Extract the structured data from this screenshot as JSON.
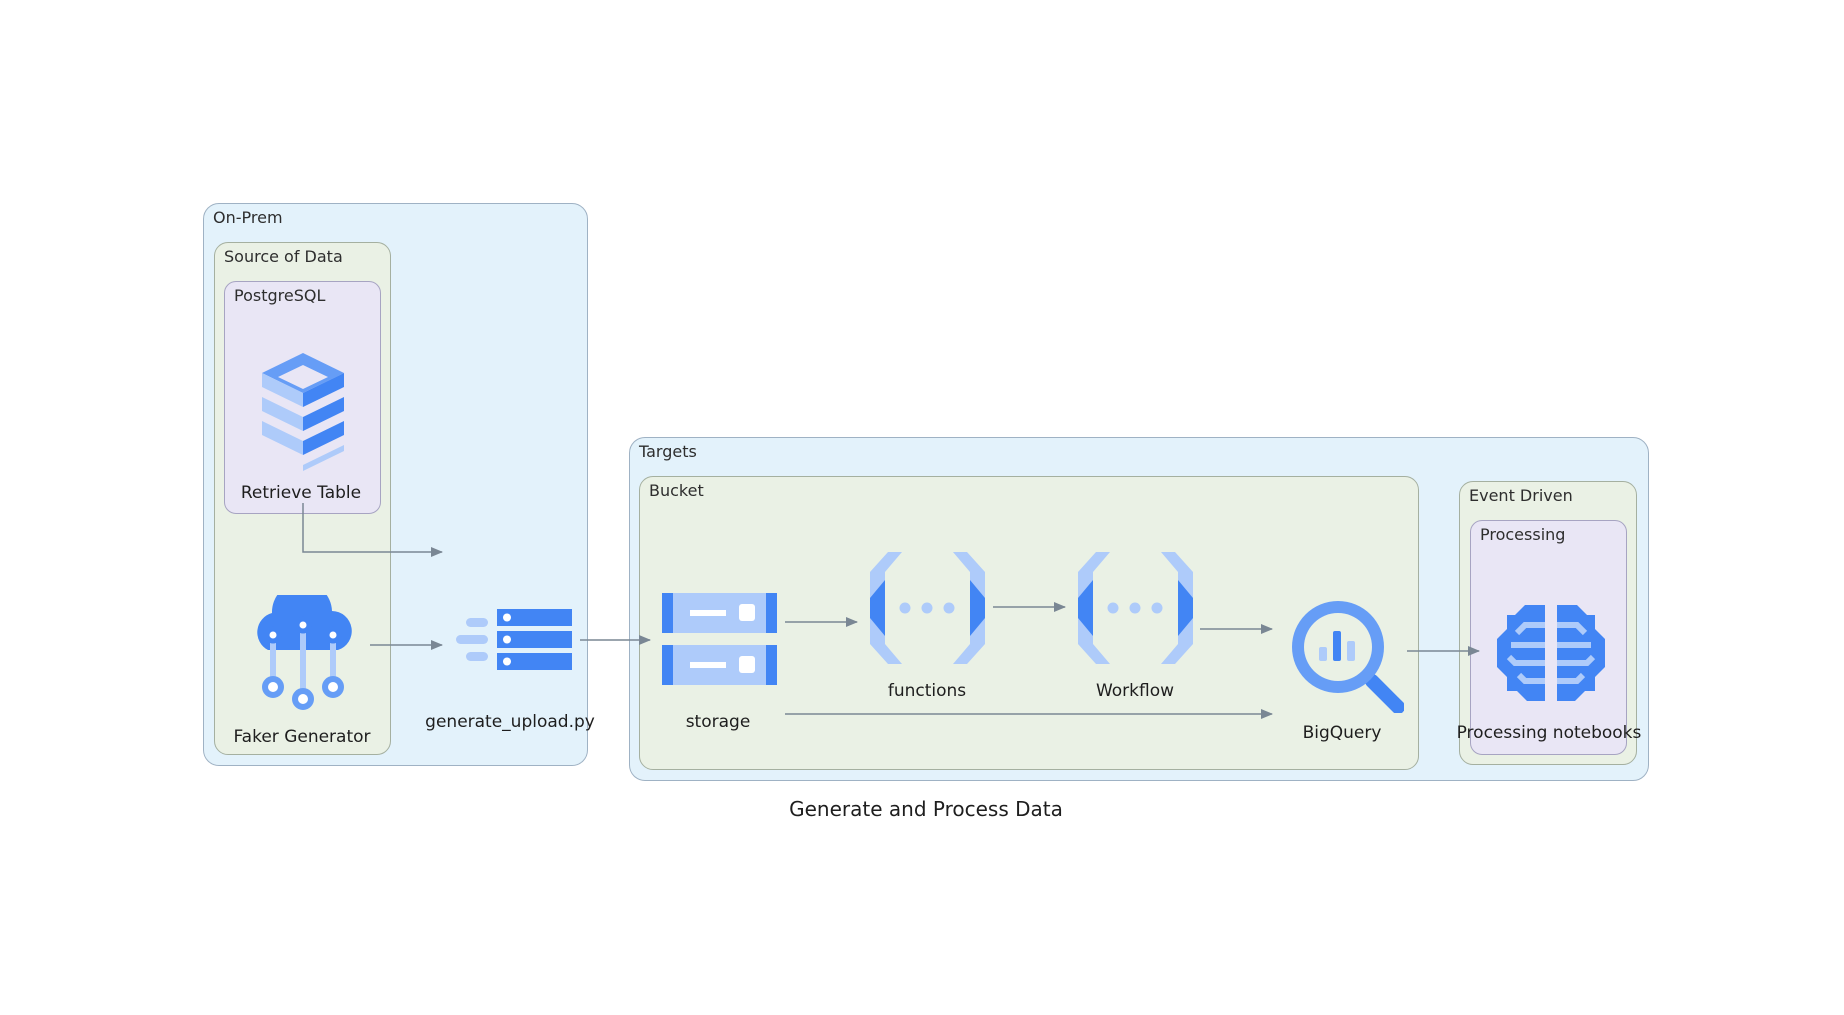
{
  "title": "Generate and Process Data",
  "clusters": {
    "onprem": "On-Prem",
    "source": "Source of Data",
    "postgres": "PostgreSQL",
    "targets": "Targets",
    "bucket": "Bucket",
    "event": "Event Driven",
    "processing": "Processing"
  },
  "nodes": {
    "retrieve_table": {
      "label": "Retrieve Table",
      "icon": "database-stack-icon"
    },
    "faker_generator": {
      "label": "Faker Generator",
      "icon": "cloud-iot-icon"
    },
    "generate_upload": {
      "label": "generate_upload.py",
      "icon": "data-pipeline-icon"
    },
    "storage": {
      "label": "storage",
      "icon": "cloud-storage-icon"
    },
    "functions": {
      "label": "functions",
      "icon": "cloud-functions-icon"
    },
    "workflow": {
      "label": "Workflow",
      "icon": "workflow-icon"
    },
    "bigquery": {
      "label": "BigQuery",
      "icon": "bigquery-icon"
    },
    "processing_notebooks": {
      "label": "Processing notebooks",
      "icon": "ai-brain-icon"
    }
  },
  "colors": {
    "primary": "#4285f4",
    "light": "#aecbfa",
    "mid": "#669df6",
    "edge": "#7a8794"
  }
}
